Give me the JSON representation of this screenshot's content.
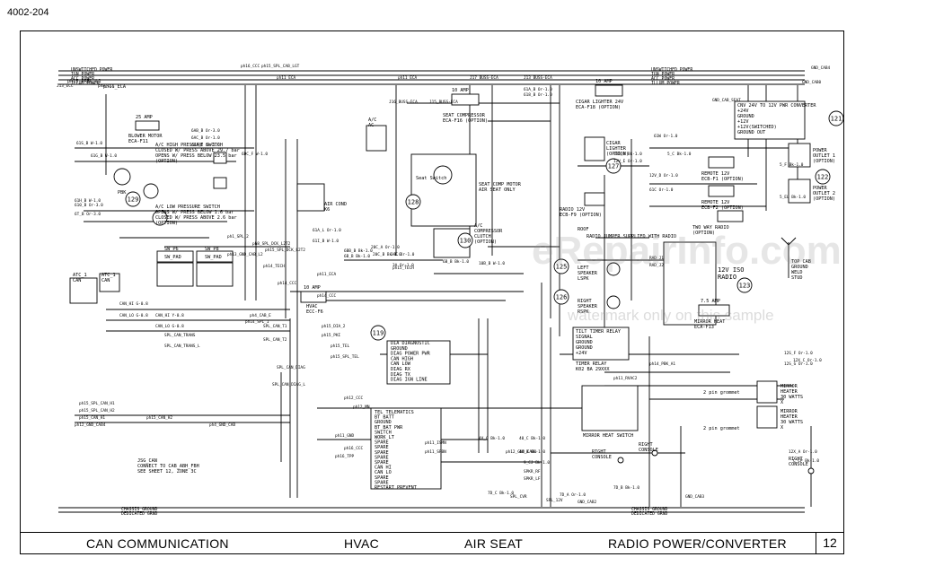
{
  "page_id": "4002-204",
  "page_number": "12",
  "footer_sections": [
    "CAN COMMUNICATION",
    "HVAC",
    "AIR SEAT",
    "RADIO POWER/CONVERTER"
  ],
  "watermark": {
    "logo": "eRepairInfo.com",
    "caption": "watermark only on this sample"
  },
  "power_rails_left": [
    "UNSWITCHED POWER",
    "IGN POWER",
    "ACC POWER",
    "ILLUM POWER"
  ],
  "power_rails_right": [
    "UNSWITCHED POWER",
    "IGN POWER",
    "ACC POWER",
    "ILLUM POWER"
  ],
  "ground_bus": [
    "CHASSIS GROUND",
    "DEDICATED GRND"
  ],
  "callouts": [
    "129",
    "128",
    "130",
    "119",
    "121",
    "127",
    "122",
    "125",
    "126",
    "123"
  ],
  "components": {
    "blower_motor": [
      "25 AMP",
      "BLOWER MOTOR",
      "ECA-F11"
    ],
    "ac_high_pressure": [
      "A/C HIGH PRESSURE SWITCH",
      "CLOSED W/ PRESS ABOVE 29.7 bar",
      "OPENS W/ PRESS BELOW 23.5 bar",
      "(OPTION)"
    ],
    "ac_low_pressure": [
      "A/C LOW PRESSURE SWITCH",
      "OPENS W/ PRESS BELOW 1.6 bar",
      "CLOSED W/ PRESS ABOVE 2.6 bar",
      "(OPTION)"
    ],
    "air_cond": [
      "AIR COND",
      "K6"
    ],
    "ac_switch": [
      "A/C",
      "AC",
      "HVAC"
    ],
    "seat_compressor": [
      "10 AMP",
      "SEAT COMPRESSOR",
      "ECA-F16 (OPTION)"
    ],
    "seat_motor": [
      "SEAT COMP MOTOR",
      "AIR SEAT ONLY"
    ],
    "seat_switch": "Seat Switch",
    "ac_clutch": [
      "A/C",
      "COMPRESSOR",
      "CLUTCH",
      "(OPTION)"
    ],
    "hvac_fuse": [
      "10 AMP",
      "HVAC",
      "ECC-F6"
    ],
    "cigar_lighter": [
      "10 AMP",
      "CIGAR LIGHTER 24V",
      "ECA-F18 (OPTION)"
    ],
    "cigar_lighter_unit": [
      "CIGAR",
      "LIGHTER",
      "(OPTION)"
    ],
    "radio_12v_fuse": [
      "RADIO 12V",
      "ECB-F9 (OPTION)"
    ],
    "remote_12v_1": [
      "REMOTE 12V",
      "ECB-F1 (OPTION)"
    ],
    "remote_12v_2": [
      "REMOTE 12V",
      "ECB-F2 (OPTION)"
    ],
    "two_way_radio": [
      "TWO WAY RADIO",
      "(OPTION)"
    ],
    "converter": [
      "CNV 24V TO 12V PWR CONVERTER",
      "+24V",
      "GROUND",
      "+12V",
      "+12V(SWITCHED)",
      "GROUND OUT"
    ],
    "power_outlet_1": [
      "POWER",
      "OUTLET 1",
      "(OPTION)"
    ],
    "power_outlet_2": [
      "POWER",
      "OUTLET 2",
      "(OPTION)"
    ],
    "radio": [
      "12V ISO",
      "RADIO"
    ],
    "radio_harness": "RADIO JUMPER SUPPLIED WITH RADIO",
    "antenna": [
      "TOP CAB",
      "GROUND",
      "WELD",
      "STUD"
    ],
    "left_speaker": [
      "LEFT",
      "SPEAKER",
      "LSPK"
    ],
    "right_speaker": [
      "RIGHT",
      "SPEAKER",
      "RSPK"
    ],
    "mirror_heat_fuse": [
      "7.5 AMP",
      "MIRROR HEAT",
      "ECA-F13"
    ],
    "tilt_timer_relay": [
      "TILT TIMER RELAY",
      "SIGNAL",
      "GROUND",
      "GROUND",
      "+24V"
    ],
    "timer_relay": [
      "TIMER RELAY",
      "K02 BA 29XXX"
    ],
    "mirror_heat_switch": "MIRROR HEAT SWITCH",
    "mirror_heater_l": [
      "MIRROR",
      "HEATER",
      "30 WATTS",
      "X"
    ],
    "mirror_heater_r": [
      "MIRROR",
      "HEATER",
      "30 WATTS",
      "X"
    ],
    "dia_diagnostic": [
      "DIA DIAGNOSTIC",
      "GROUND",
      "DIAG POWER PWR",
      "CAN HIGH",
      "CAN LOW",
      "DIAG RX",
      "DIAG TX",
      "DIAG IGN LINE"
    ],
    "tel_telematics": [
      "TEL TELEMATICS",
      "BT BATT",
      "GROUND",
      "BT BAT PWR",
      "SWITCH",
      "WORK LT",
      "SPARE",
      "SPARE",
      "SPARE",
      "SPARE",
      "SPARE",
      "CAN HI",
      "CAN LO",
      "SPARE",
      "SPARE",
      "RESTART PREVENT"
    ],
    "can_top": [
      "ATC_1",
      "CAN",
      "HI",
      "LO"
    ],
    "can_top2": [
      "ATC_1",
      "CAN"
    ],
    "jsg_note": [
      "JSG_CAN",
      "CONNECT TO CAB_ABH_FBH",
      "SEE SHEET 12, ZONE 3C"
    ],
    "sw_pad": [
      "SW_P6",
      "SW_P8",
      "SW_PAD",
      "SW_PAD"
    ],
    "roof": "ROOF",
    "right_console_1": [
      "RIGHT",
      "CONSOLE"
    ],
    "right_console_2": [
      "RIGHT",
      "CONSOLE"
    ],
    "right_console_3": [
      "RIGHT",
      "CONSOLE"
    ],
    "pin_grommet_1": "2 pin grommet",
    "pin_grommet_2": "2 pin grommet"
  },
  "wire_labels": [
    "ph15_PRBL_L1",
    "ph11_ECA",
    "J13_ECC",
    "ph8_CCC",
    "ph16_CCC",
    "ph15_SPL_CAB_LGT",
    "ph11_ECA",
    "ph11_ECA",
    "J17_BUSS-ECA",
    "J13_BUSS-ECA",
    "J16_BUSS-ECA",
    "J15_BUSS-ECA",
    "618_B Or-1.0",
    "61A_B Or-1.0",
    "61S_B W-1.0",
    "61G_B W-1.0",
    "61H_B W-1.0",
    "610_B Or-3.0",
    "6T_B Or-3.0",
    "6AB_B Or-3.0",
    "6AC_B Or-1.0",
    "6EA_F Or-1.0",
    "6DC_F W-1.0",
    "61A_L Or-1.0",
    "61I_B W-1.0",
    "6BB_B Bk-1.0",
    "6B_B Bk-1.0",
    "6B_B Bk-1.0",
    "10B_B W-1.0",
    "10B_B Bk-1.0",
    "12V_E Or-1.0",
    "12V_D Or-1.0",
    "61C Or-1.0",
    "20C_A Or-1.0",
    "20C_B Bk-1.0",
    "2AC Or-1.0",
    "3A Or-1.0",
    "ph15_TECH",
    "ph14_TECH",
    "ph14_CCC",
    "ph11_ECA",
    "ph14_CCC",
    "CAN_HI G-0.8",
    "CAN_LO G-0.8",
    "CAN_HI Y-0.8",
    "CAN_LO G-0.8",
    "ph15_DIA_2",
    "ph15_PKI",
    "ph15_TEL",
    "ph15_SPL_TEL",
    "SPL_CAN_T1",
    "SPL_CAN_T2",
    "SPL_CAN_DIAG",
    "SPL_CAN_DIAG_L",
    "ph15_SPL_CAN_H1",
    "ph15_SPL_CAN_H2",
    "ph15_CAN_H1",
    "ph15_CAN_H2",
    "SPL_CAN_TRANS",
    "SPL_CAN_TRANS_L",
    "ph12_GND_CAB4",
    "ph4_GND_CAB",
    "ph4_CAB_E",
    "ph14_SPL_1",
    "ph1_SPL_2",
    "ph8_SPL_DCK_L2T2",
    "ph15_SPL_DCK_L2T2",
    "ph13_GND_CAB_L2",
    "ph12_CCC",
    "ph12_MN",
    "ph11_GND",
    "ph16_CCC",
    "ph16_TPP",
    "ph11_ISMN",
    "ph11_SFBN",
    "ph11_RVAC2",
    "ph14_PBK_A1",
    "ph12_GND_CAB1",
    "SPL_CVR",
    "SPL_12V",
    "GND_CAB2",
    "GND_CAB3",
    "GND_CAB4",
    "GND_CAB0",
    "GND_CAB_SEAT",
    "61W Or-1.0",
    "5_C Bk-1.0",
    "5_F Bk-1.0",
    "5_EL Bk-1.0",
    "12S_F Or-1.0",
    "12S_G Or-1.0",
    "12X_C Or-1.0",
    "12X_A Or-1.0",
    "C_CP Bk-1.0",
    "7D_A Or-1.0",
    "7D_B Bk-1.0",
    "7D_C Bk-1.0",
    "4V_C Bk-1.0",
    "40_C Bk-1.0",
    "4V_B Bk-1.0",
    "9_CJ Bk-1.0",
    "SPKR_RF",
    "SPKR_LF",
    "RAD_J1",
    "RAD_J2"
  ]
}
